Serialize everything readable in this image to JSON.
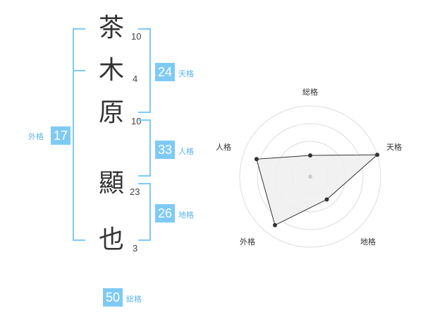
{
  "name_characters": [
    {
      "char": "茶",
      "strokes": "10"
    },
    {
      "char": "木",
      "strokes": "4"
    },
    {
      "char": "原",
      "strokes": "10"
    },
    {
      "char": "顯",
      "strokes": "23"
    },
    {
      "char": "也",
      "strokes": "3"
    }
  ],
  "fortunes": {
    "tenkaku": {
      "value": "24",
      "label": "天格"
    },
    "jinkaku": {
      "value": "33",
      "label": "人格"
    },
    "chikaku": {
      "value": "26",
      "label": "地格"
    },
    "gaikaku": {
      "value": "17",
      "label": "外格"
    },
    "soukaku": {
      "value": "50",
      "label": "総格"
    }
  },
  "radar": {
    "axis_labels": {
      "soukaku": "総格",
      "tenkaku": "天格",
      "chikaku": "地格",
      "gaikaku": "外格",
      "jinkaku": "人格"
    },
    "levels": 4,
    "scores": {
      "soukaku": 0.3,
      "tenkaku": 1.0,
      "chikaku": 0.4,
      "gaikaku": 0.85,
      "jinkaku": 0.8
    }
  },
  "colors": {
    "badge": "#7fcaf5",
    "label": "#5ab4ea",
    "bracket": "#7fcaf5",
    "radar_fill": "#eeeeee",
    "radar_line": "#333333",
    "ring": "#dddddd"
  }
}
